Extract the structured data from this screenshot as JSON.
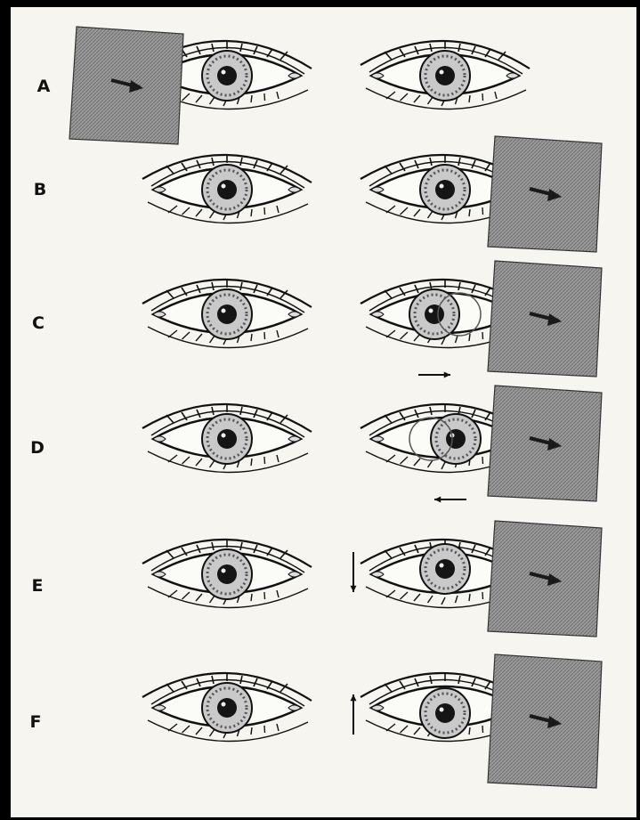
{
  "figure": {
    "rows": [
      {
        "label": "A",
        "occluder_side": "left",
        "covered_eye_motion": "none",
        "right_eye_motion": "none"
      },
      {
        "label": "B",
        "occluder_side": "right",
        "covered_eye_motion": "none",
        "right_eye_motion": "none"
      },
      {
        "label": "C",
        "occluder_side": "right",
        "covered_eye_motion": "right",
        "right_eye_motion": "shift-right"
      },
      {
        "label": "D",
        "occluder_side": "right",
        "covered_eye_motion": "left",
        "right_eye_motion": "shift-left"
      },
      {
        "label": "E",
        "occluder_side": "right",
        "covered_eye_motion": "down",
        "right_eye_motion": "shift-down"
      },
      {
        "label": "F",
        "occluder_side": "right",
        "covered_eye_motion": "up",
        "right_eye_motion": "shift-up"
      }
    ],
    "colors": {
      "background": "#000000",
      "paper": "#f6f5f0",
      "ink": "#111111",
      "occluder": "#8a8a8a"
    }
  }
}
